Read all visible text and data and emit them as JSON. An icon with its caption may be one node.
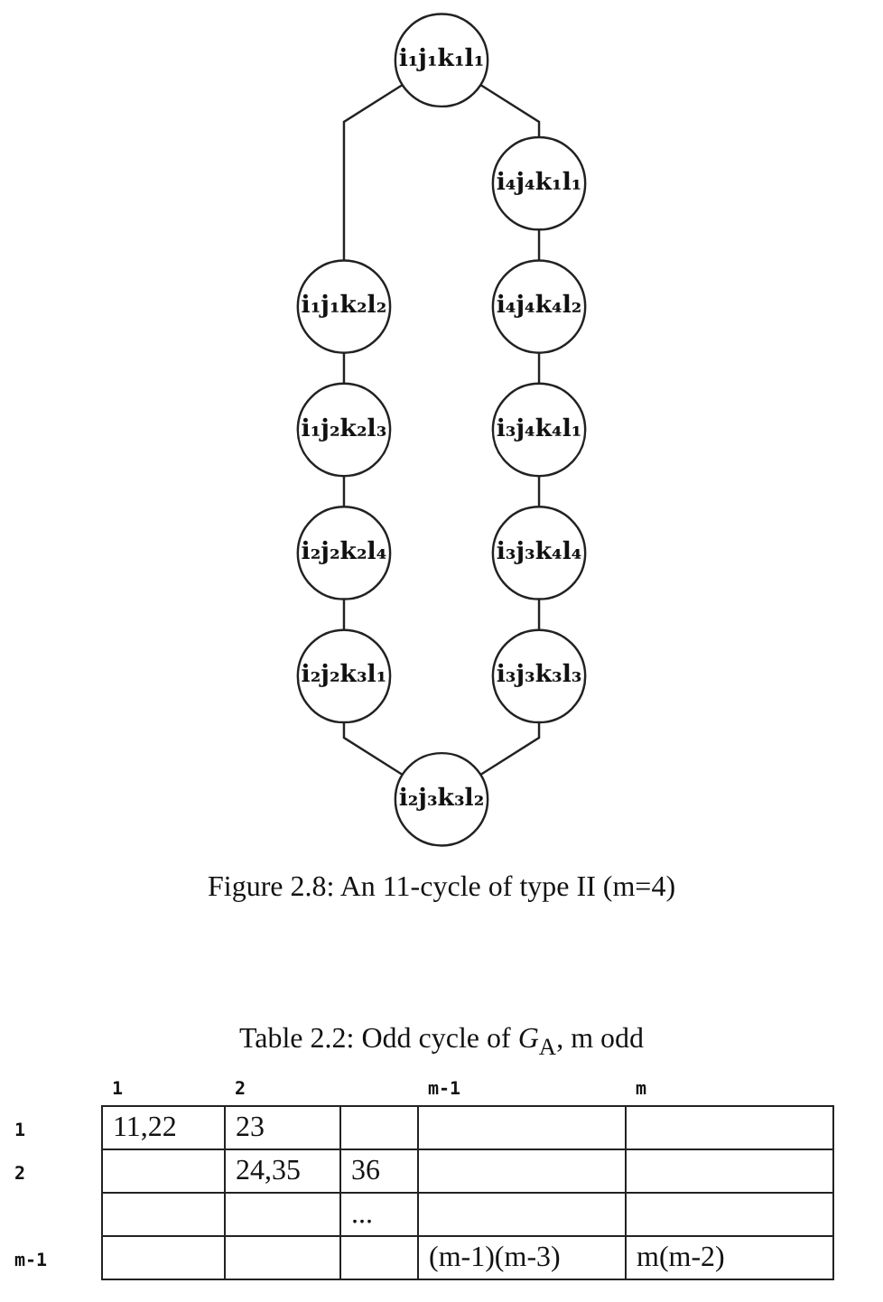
{
  "diagram": {
    "caption": "Figure 2.8: An 11-cycle of type II (m=4)",
    "nodes": [
      {
        "text": [
          "i₁j₁k₁l₁"
        ]
      },
      {
        "text": [
          "i₄j₄k₁l₁"
        ]
      },
      {
        "text": [
          "i₁j₁k₂l₂"
        ]
      },
      {
        "text": [
          "i₄j₄k₄l₂"
        ]
      },
      {
        "text": [
          "i₁j₂k₂l₃"
        ]
      },
      {
        "text": [
          "i₃j₄k₄l₁"
        ]
      },
      {
        "text": [
          "i₂j₂k₂l₄"
        ]
      },
      {
        "text": [
          "i₃j₃k₄l₄"
        ]
      },
      {
        "text": [
          "i₂j₂k₃l₁"
        ]
      },
      {
        "text": [
          "i₃j₃k₃l₃"
        ]
      },
      {
        "text": [
          "i₂j₃k₃l₂"
        ]
      }
    ],
    "edges": [
      {
        "from": 0,
        "to": 1,
        "arrow": "none"
      },
      {
        "from": 0,
        "to": 2,
        "arrow": "none"
      },
      {
        "from": 1,
        "to": 3,
        "arrow": "none"
      },
      {
        "from": 2,
        "to": 4,
        "arrow": "none"
      },
      {
        "from": 3,
        "to": 5,
        "arrow": "none"
      },
      {
        "from": 4,
        "to": 6,
        "arrow": "none"
      },
      {
        "from": 5,
        "to": 7,
        "arrow": "none"
      },
      {
        "from": 6,
        "to": 8,
        "arrow": "none"
      },
      {
        "from": 7,
        "to": 9,
        "arrow": "none"
      },
      {
        "from": 8,
        "to": 10,
        "arrow": "none"
      },
      {
        "from": 9,
        "to": 10,
        "arrow": "none"
      }
    ],
    "labels": [
      "Table 2.2: Odd cycle of *G*$_{A}$, m odd",
      "1",
      "2",
      "m-1",
      "m",
      "1",
      "11,22",
      "23",
      "2",
      "24,35",
      "36",
      "...",
      "m-1",
      "(m-1)(m-3)",
      "m(m-2)"
    ]
  }
}
